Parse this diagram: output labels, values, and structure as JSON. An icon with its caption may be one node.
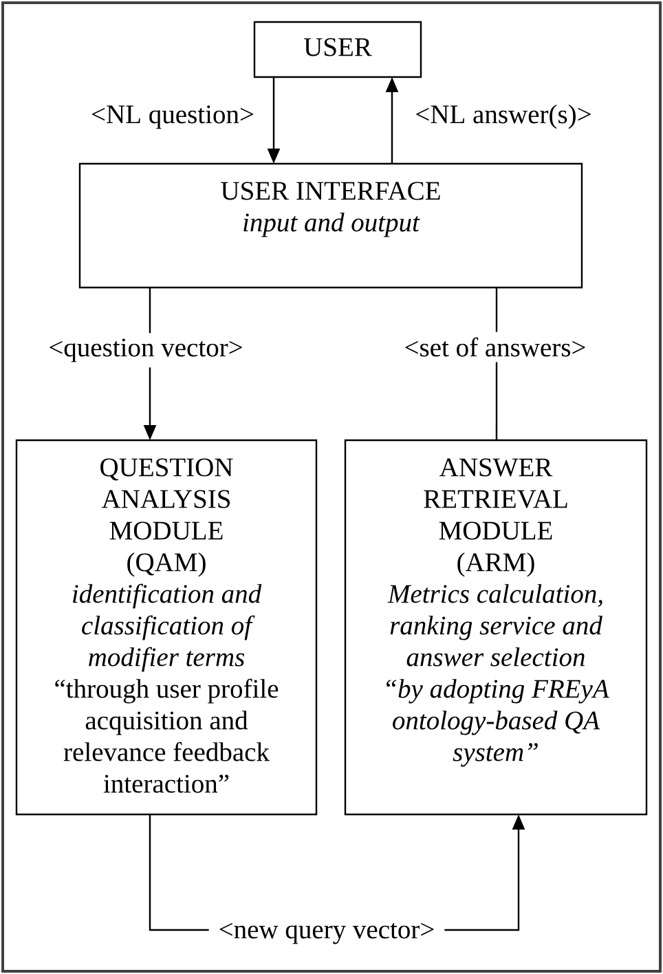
{
  "diagram": {
    "nodes": [
      {
        "text": [
          "USER"
        ]
      },
      {
        "text": [
          "USER INTERFACE",
          "input and output"
        ]
      },
      {
        "text": [
          "QUESTION ANALYSIS MODULE (QAM)",
          "identification and classification of modifier terms",
          "“through user profile acquisition and relevance feedback interaction”"
        ]
      },
      {
        "text": [
          "ANSWER RETRIEVAL MODULE (ARM)",
          "Metrics calculation, ranking service and answer selection",
          "“by adopting FREyA ontology-based QA system”"
        ]
      }
    ],
    "edges": [
      {
        "from": 0,
        "to": 1,
        "arrow": "to",
        "label": "<NL question>"
      },
      {
        "from": 1,
        "to": 0,
        "arrow": "to",
        "label": "<NL answer(s)>"
      },
      {
        "from": 1,
        "to": 2,
        "arrow": "to",
        "label": "<question vector>"
      },
      {
        "from": 3,
        "to": 1,
        "arrow": "none",
        "label": "<set of answers>"
      },
      {
        "from": 2,
        "to": 3,
        "arrow": "to",
        "label": "<new query vector>"
      }
    ]
  }
}
